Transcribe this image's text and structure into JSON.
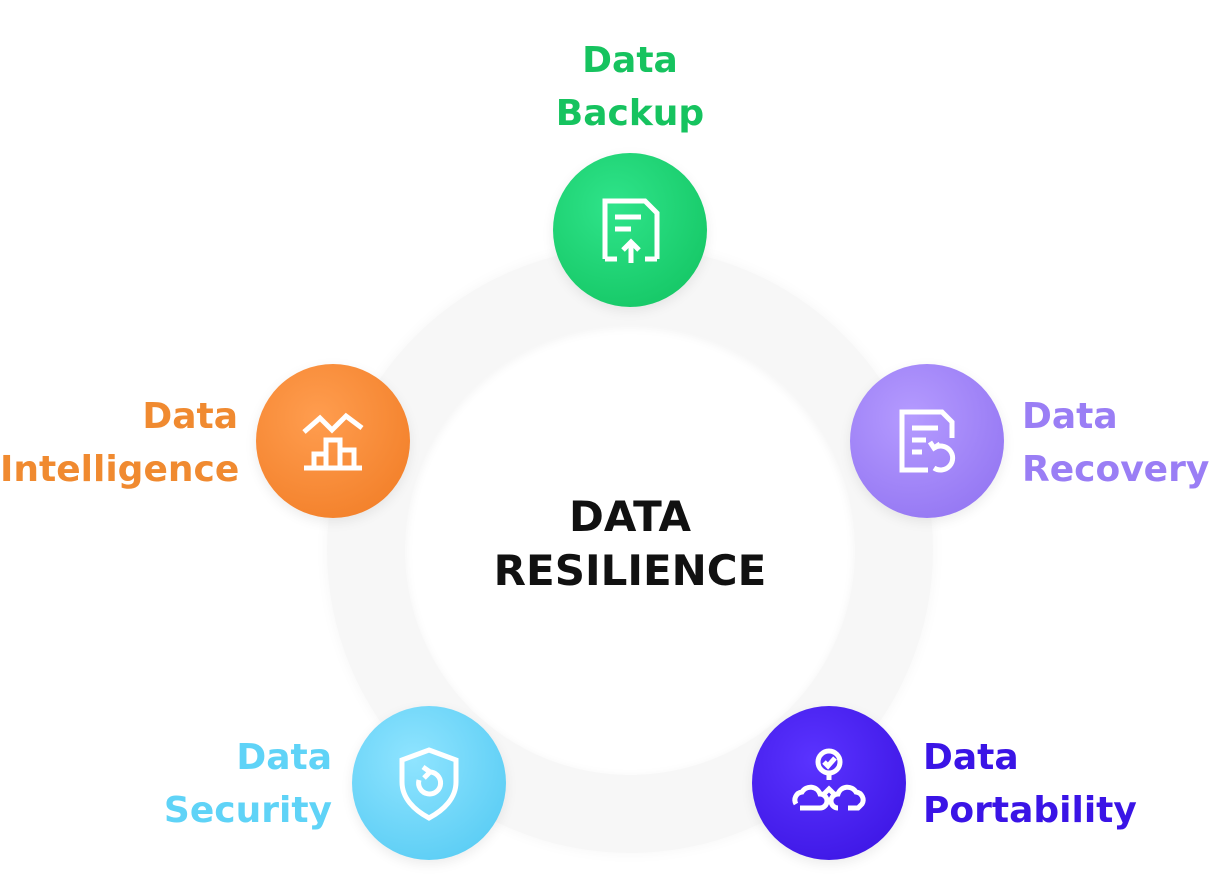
{
  "center": {
    "line1": "DATA",
    "line2": "RESILIENCE"
  },
  "nodes": [
    {
      "key": "backup",
      "line1": "Data",
      "line2": "Backup",
      "color": "#16c35f",
      "icon": "document-upload-icon"
    },
    {
      "key": "intelligence",
      "line1": "Data",
      "line2": "Intelligence",
      "color": "#f08a30",
      "icon": "bar-chart-trend-icon"
    },
    {
      "key": "recovery",
      "line1": "Data",
      "line2": "Recovery",
      "color": "#9a7ef5",
      "icon": "document-restore-icon"
    },
    {
      "key": "security",
      "line1": "Data",
      "line2": "Security",
      "color": "#5fd3f7",
      "icon": "shield-refresh-icon"
    },
    {
      "key": "portability",
      "line1": "Data",
      "line2": "Portability",
      "color": "#3a14e6",
      "icon": "cloud-transfer-icon"
    }
  ]
}
